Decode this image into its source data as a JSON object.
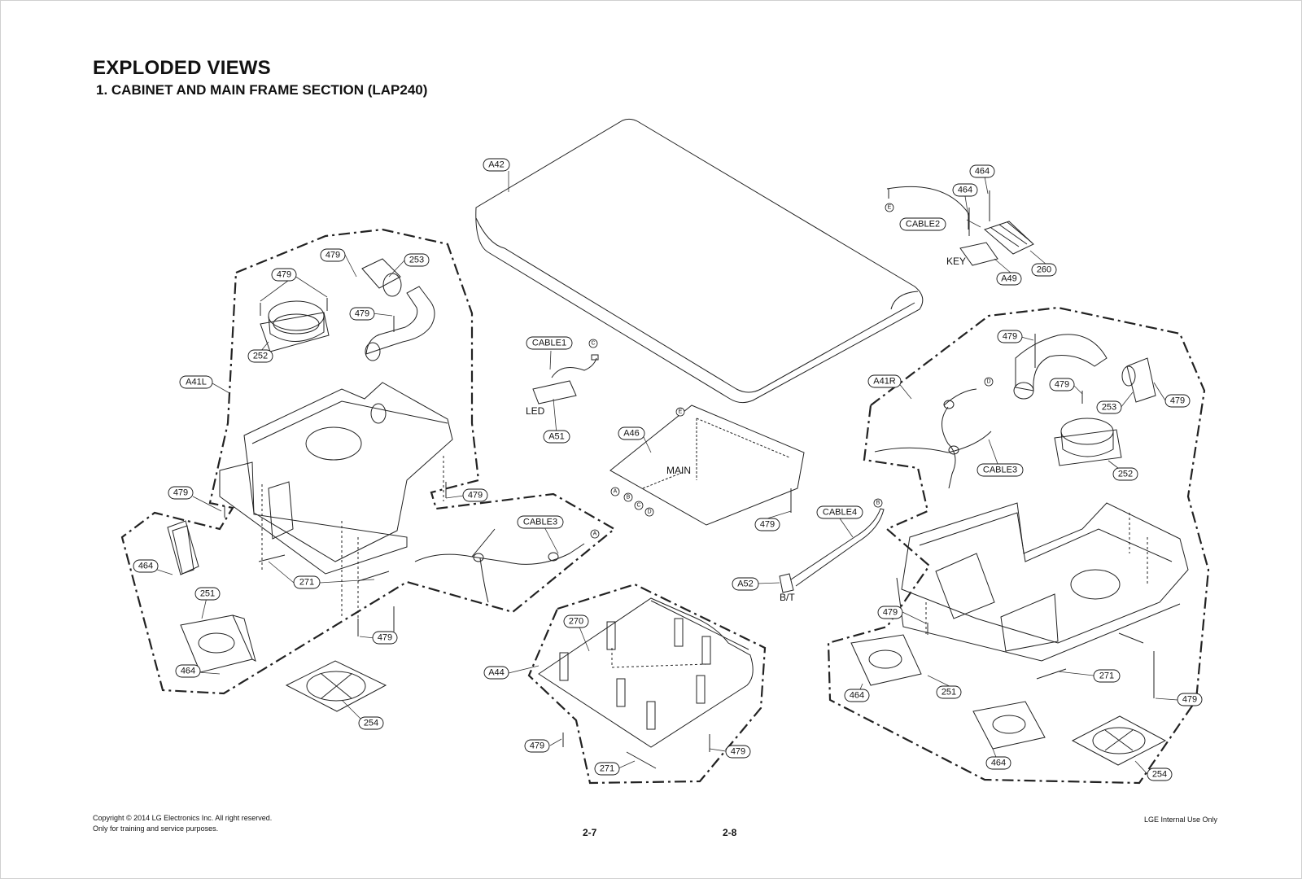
{
  "title": "EXPLODED VIEWS",
  "subtitle": "1. CABINET AND MAIN FRAME SECTION (LAP240)",
  "callouts": {
    "a42": "A42",
    "a41l": "A41L",
    "a41r": "A41R",
    "a44": "A44",
    "a46": "A46",
    "a49": "A49",
    "a51": "A51",
    "a52": "A52",
    "cable1": "CABLE1",
    "cable2": "CABLE2",
    "cable3": "CABLE3",
    "cable4": "CABLE4",
    "p251": "251",
    "p252": "252",
    "p253": "253",
    "p254": "254",
    "p260": "260",
    "p270": "270",
    "p271": "271",
    "p464": "464",
    "p479": "479"
  },
  "labels": {
    "key": "KEY",
    "led": "LED",
    "main": "MAIN",
    "bt": "B/T"
  },
  "connectors": [
    "A",
    "B",
    "C",
    "D",
    "E"
  ],
  "footer": {
    "copyright": "Copyright © 2014 LG Electronics Inc. All right reserved.",
    "training": "Only for training and service purposes.",
    "page_left": "2-7",
    "page_right": "2-8",
    "internal": "LGE Internal Use Only"
  }
}
